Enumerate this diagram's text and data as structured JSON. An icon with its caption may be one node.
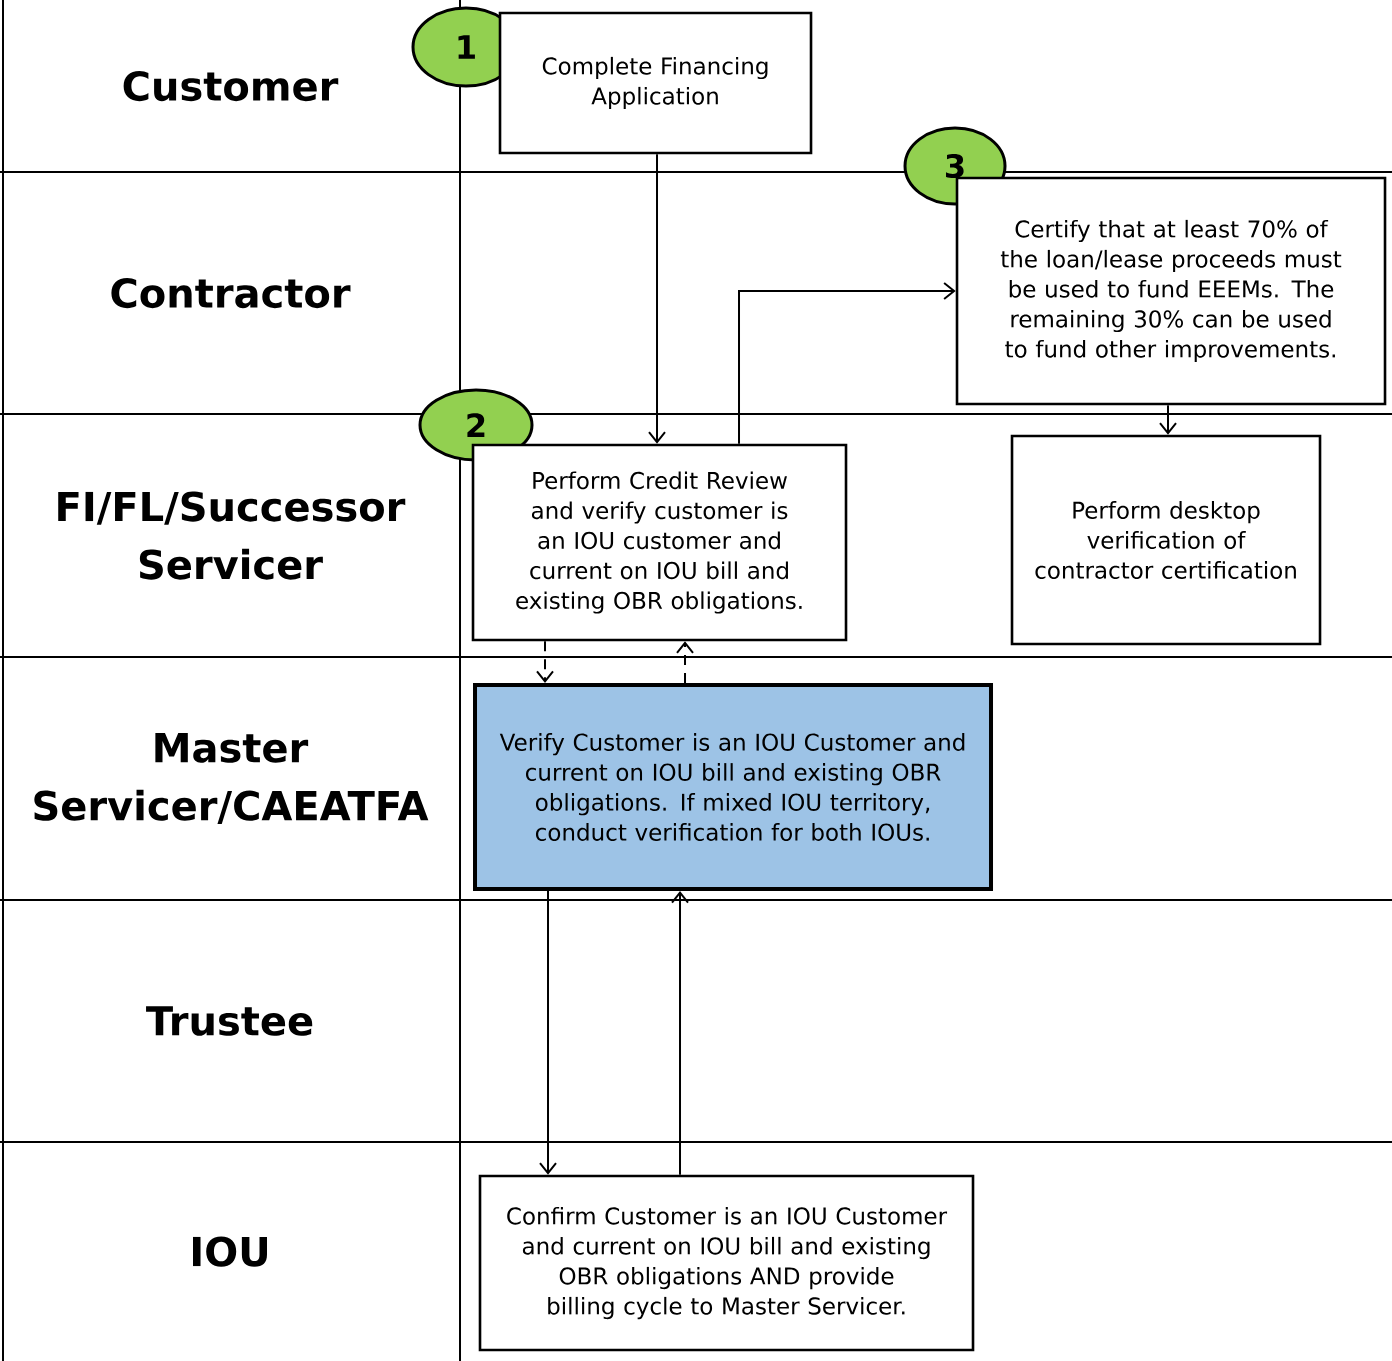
{
  "diagram": {
    "nodes": [
      {
        "text": [
          "1"
        ]
      },
      {
        "text": [
          "Complete Financing Application"
        ]
      },
      {
        "text": [
          "2"
        ]
      },
      {
        "text": [
          "Perform Credit Review and verify customer is an IOU customer and current on IOU bill and existing OBR obligations."
        ]
      },
      {
        "text": [
          "3"
        ]
      },
      {
        "text": [
          "Certify that at least 70% of the loan/lease proceeds must be used to fund EEEMs.  The remaining 30% can be used to fund other improvements."
        ]
      },
      {
        "text": [
          "Perform desktop verification of contractor certification"
        ]
      },
      {
        "text": [
          "Verify Customer is an IOU Customer and current on IOU bill and existing OBR obligations.  If mixed IOU territory, conduct verification for both IOUs."
        ]
      },
      {
        "text": [
          "Confirm Customer is an IOU Customer and current on IOU bill and existing OBR obligations AND provide billing cycle to Master Servicer."
        ]
      }
    ],
    "edges": [
      {
        "from": 1,
        "to": 3,
        "arrow": "to"
      },
      {
        "from": 3,
        "to": 5,
        "arrow": "to"
      },
      {
        "from": 5,
        "to": 6,
        "arrow": "to"
      },
      {
        "from": 3,
        "to": 7,
        "arrow": "to",
        "style": "dashed"
      },
      {
        "from": 7,
        "to": 3,
        "arrow": "to",
        "style": "dashed"
      },
      {
        "from": 7,
        "to": 8,
        "arrow": "to"
      },
      {
        "from": 8,
        "to": 7,
        "arrow": "to"
      }
    ],
    "labels": [
      "Customer",
      "Contractor",
      "FI/FL/Successor Servicer",
      "Master Servicer/CAEATFA",
      "Trustee",
      "IOU"
    ]
  }
}
